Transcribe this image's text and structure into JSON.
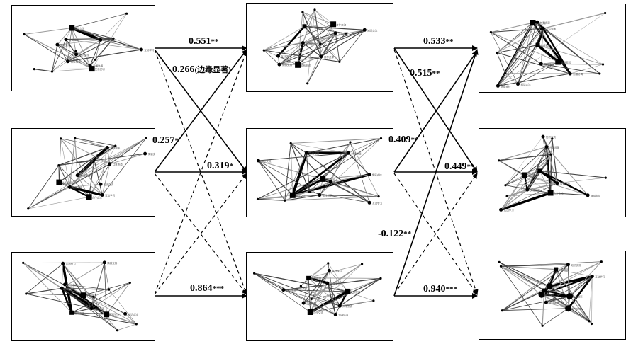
{
  "panels": [
    {
      "id": "p11",
      "node_labels": [
        "关系密切",
        "合作交流",
        "信任程度",
        "交往频率",
        "共享资源",
        "沟通协调",
        "互动学习",
        "情感支持",
        "知识交流"
      ]
    },
    {
      "id": "p12",
      "node_labels": [
        "关系密切",
        "合作交流",
        "信任程度",
        "交往频率",
        "共享资源",
        "沟通协调",
        "互动学习",
        "情感支持",
        "知识交流"
      ]
    },
    {
      "id": "p13",
      "node_labels": [
        "关系密切",
        "合作交流",
        "信任程度",
        "交往频率",
        "共享资源",
        "沟通协调",
        "互动学习",
        "情感支持",
        "知识交流"
      ]
    },
    {
      "id": "p21",
      "node_labels": [
        "关系密切",
        "合作交流",
        "信任程度",
        "交往频率",
        "共享资源",
        "沟通协调",
        "互动学习",
        "情感支持",
        "知识交流"
      ]
    },
    {
      "id": "p22",
      "node_labels": [
        "关系密切",
        "合作交流",
        "信任程度",
        "交往频率",
        "共享资源",
        "沟通协调",
        "互动学习",
        "情感支持",
        "知识交流"
      ]
    },
    {
      "id": "p23",
      "node_labels": [
        "关系密切",
        "合作交流",
        "信任程度",
        "交往频率",
        "共享资源",
        "沟通协调",
        "互动学习",
        "情感支持",
        "知识交流"
      ]
    },
    {
      "id": "p31",
      "node_labels": [
        "关系密切",
        "合作交流",
        "信任程度",
        "交往频率",
        "共享资源",
        "沟通协调",
        "互动学习",
        "情感支持",
        "知识交流"
      ]
    },
    {
      "id": "p32",
      "node_labels": [
        "关系密切",
        "合作交流",
        "信任程度",
        "交往频率",
        "共享资源",
        "沟通协调",
        "互动学习",
        "情感支持",
        "知识交流"
      ]
    },
    {
      "id": "p33",
      "node_labels": [
        "关系密切",
        "合作交流",
        "信任程度",
        "交往频率",
        "共享资源",
        "沟通协调",
        "互动学习",
        "情感支持",
        "知识交流"
      ]
    }
  ],
  "coefficients": [
    {
      "key": "c1",
      "value": "0.551",
      "stars": "**",
      "note": ""
    },
    {
      "key": "c2",
      "value": "0.266",
      "stars": "",
      "note": "(边缘显著)"
    },
    {
      "key": "c3",
      "value": "0.257",
      "stars": "*",
      "note": ""
    },
    {
      "key": "c4",
      "value": "0.319",
      "stars": "*",
      "note": ""
    },
    {
      "key": "c5",
      "value": "0.864",
      "stars": "***",
      "note": ""
    },
    {
      "key": "c6",
      "value": "0.533",
      "stars": "**",
      "note": ""
    },
    {
      "key": "c7",
      "value": "0.515",
      "stars": "**",
      "note": ""
    },
    {
      "key": "c8",
      "value": "0.409",
      "stars": "**",
      "note": ""
    },
    {
      "key": "c9",
      "value": "0.449",
      "stars": "**",
      "note": ""
    },
    {
      "key": "c10",
      "value": "-0.122",
      "stars": "**",
      "note": ""
    },
    {
      "key": "c11",
      "value": "0.940",
      "stars": "***",
      "note": ""
    }
  ]
}
